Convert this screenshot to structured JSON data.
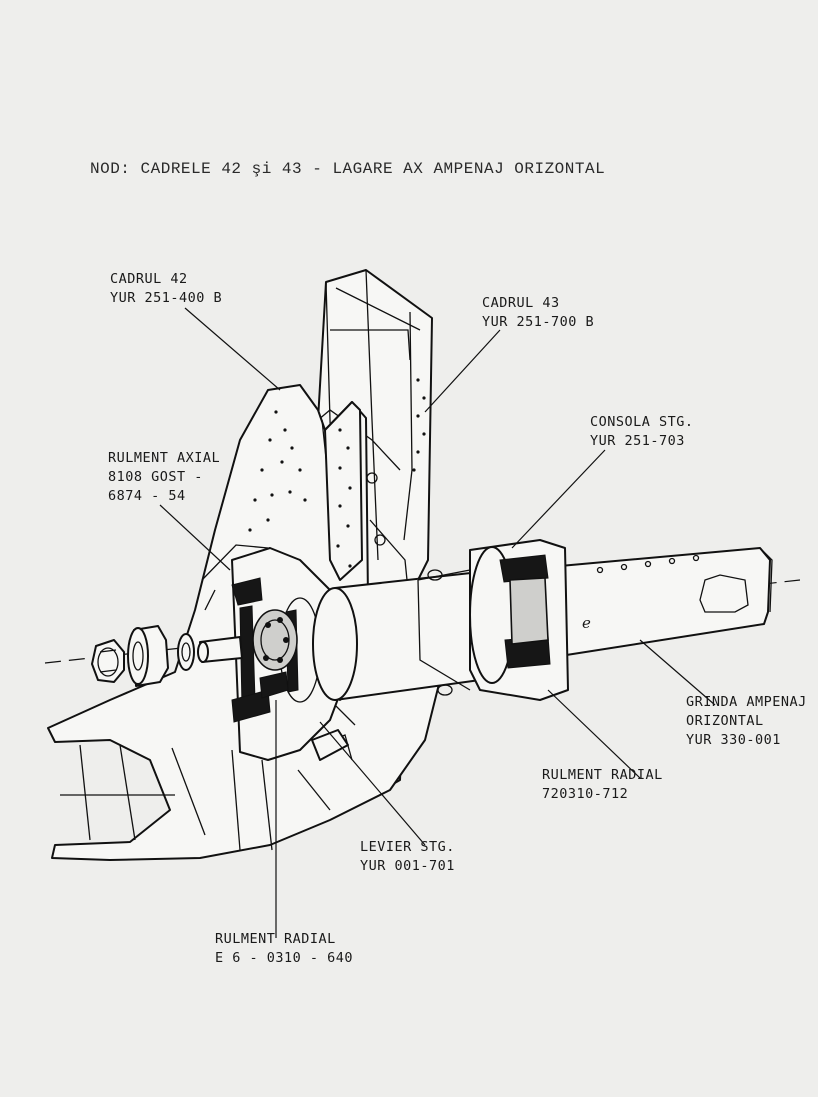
{
  "title": "NOD: CADRELE 42 şi 43 - LAGARE AX AMPENAJ ORIZONTAL",
  "labels": {
    "cadrul42": [
      "CADRUL 42",
      "YUR 251-400 B"
    ],
    "cadrul43": [
      "CADRUL 43",
      "YUR 251-700 B"
    ],
    "consola": [
      "CONSOLA STG.",
      "YUR 251-703"
    ],
    "rulment_axial": [
      "RULMENT AXIAL",
      "8108 GOST -",
      "6874 - 54"
    ],
    "grinda": [
      "GRINDA AMPENAJ",
      "ORIZONTAL",
      "YUR 330-001"
    ],
    "rulment_radial_1": [
      "RULMENT RADIAL",
      "720310-712"
    ],
    "levier": [
      "LEVIER STG.",
      "YUR 001-701"
    ],
    "rulment_radial_2": [
      "RULMENT RADIAL",
      "E 6 - 0310 - 640"
    ]
  },
  "shaft_mark": "e"
}
